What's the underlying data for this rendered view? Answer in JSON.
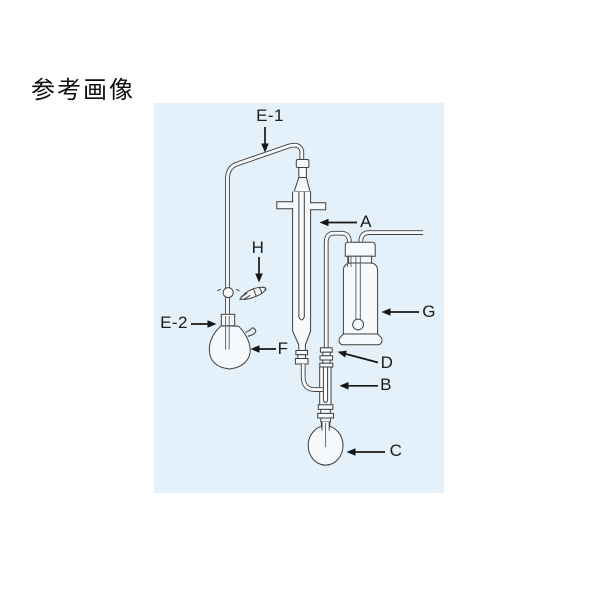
{
  "page": {
    "title": "参考画像",
    "background_color": "#ffffff"
  },
  "panel": {
    "background_color": "#e4f0fa"
  },
  "diagram": {
    "type": "laboratory-glassware-line-drawing",
    "line_color": "#3f3f3f",
    "glass_fill_color": "#f7fafd",
    "arrow_color": "#161616",
    "labels": {
      "e1": {
        "text": "E-1"
      },
      "h": {
        "text": "H"
      },
      "e2": {
        "text": "E-2"
      },
      "f": {
        "text": "F"
      },
      "a": {
        "text": "A"
      },
      "g": {
        "text": "G"
      },
      "d": {
        "text": "D"
      },
      "b": {
        "text": "B"
      },
      "c": {
        "text": "C"
      }
    }
  }
}
